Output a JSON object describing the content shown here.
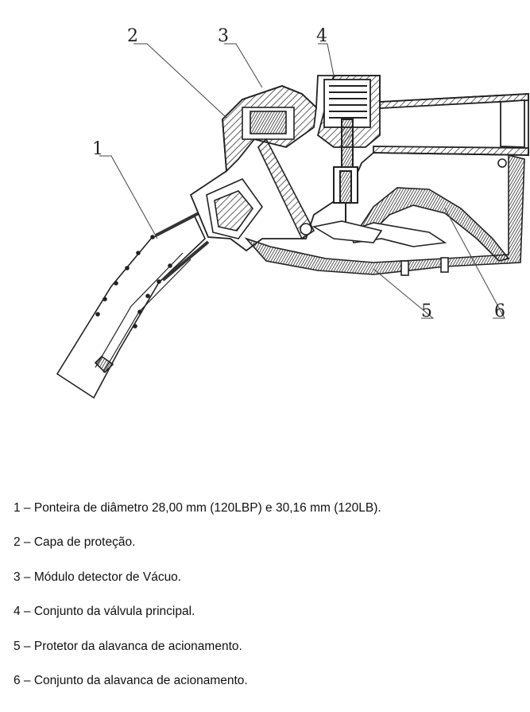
{
  "diagram": {
    "callouts": [
      {
        "id": "1",
        "label": "1"
      },
      {
        "id": "2",
        "label": "2"
      },
      {
        "id": "3",
        "label": "3"
      },
      {
        "id": "4",
        "label": "4"
      },
      {
        "id": "5",
        "label": "5"
      },
      {
        "id": "6",
        "label": "6"
      }
    ]
  },
  "legend": {
    "items": [
      "1 – Ponteira de diâmetro 28,00 mm (120LBP) e 30,16 mm (120LB).",
      "2 – Capa de proteção.",
      "3 – Módulo detector de Vácuo.",
      "4 – Conjunto da válvula principal.",
      "5 – Protetor da alavanca de acionamento.",
      "6 – Conjunto da alavanca de acionamento."
    ]
  }
}
